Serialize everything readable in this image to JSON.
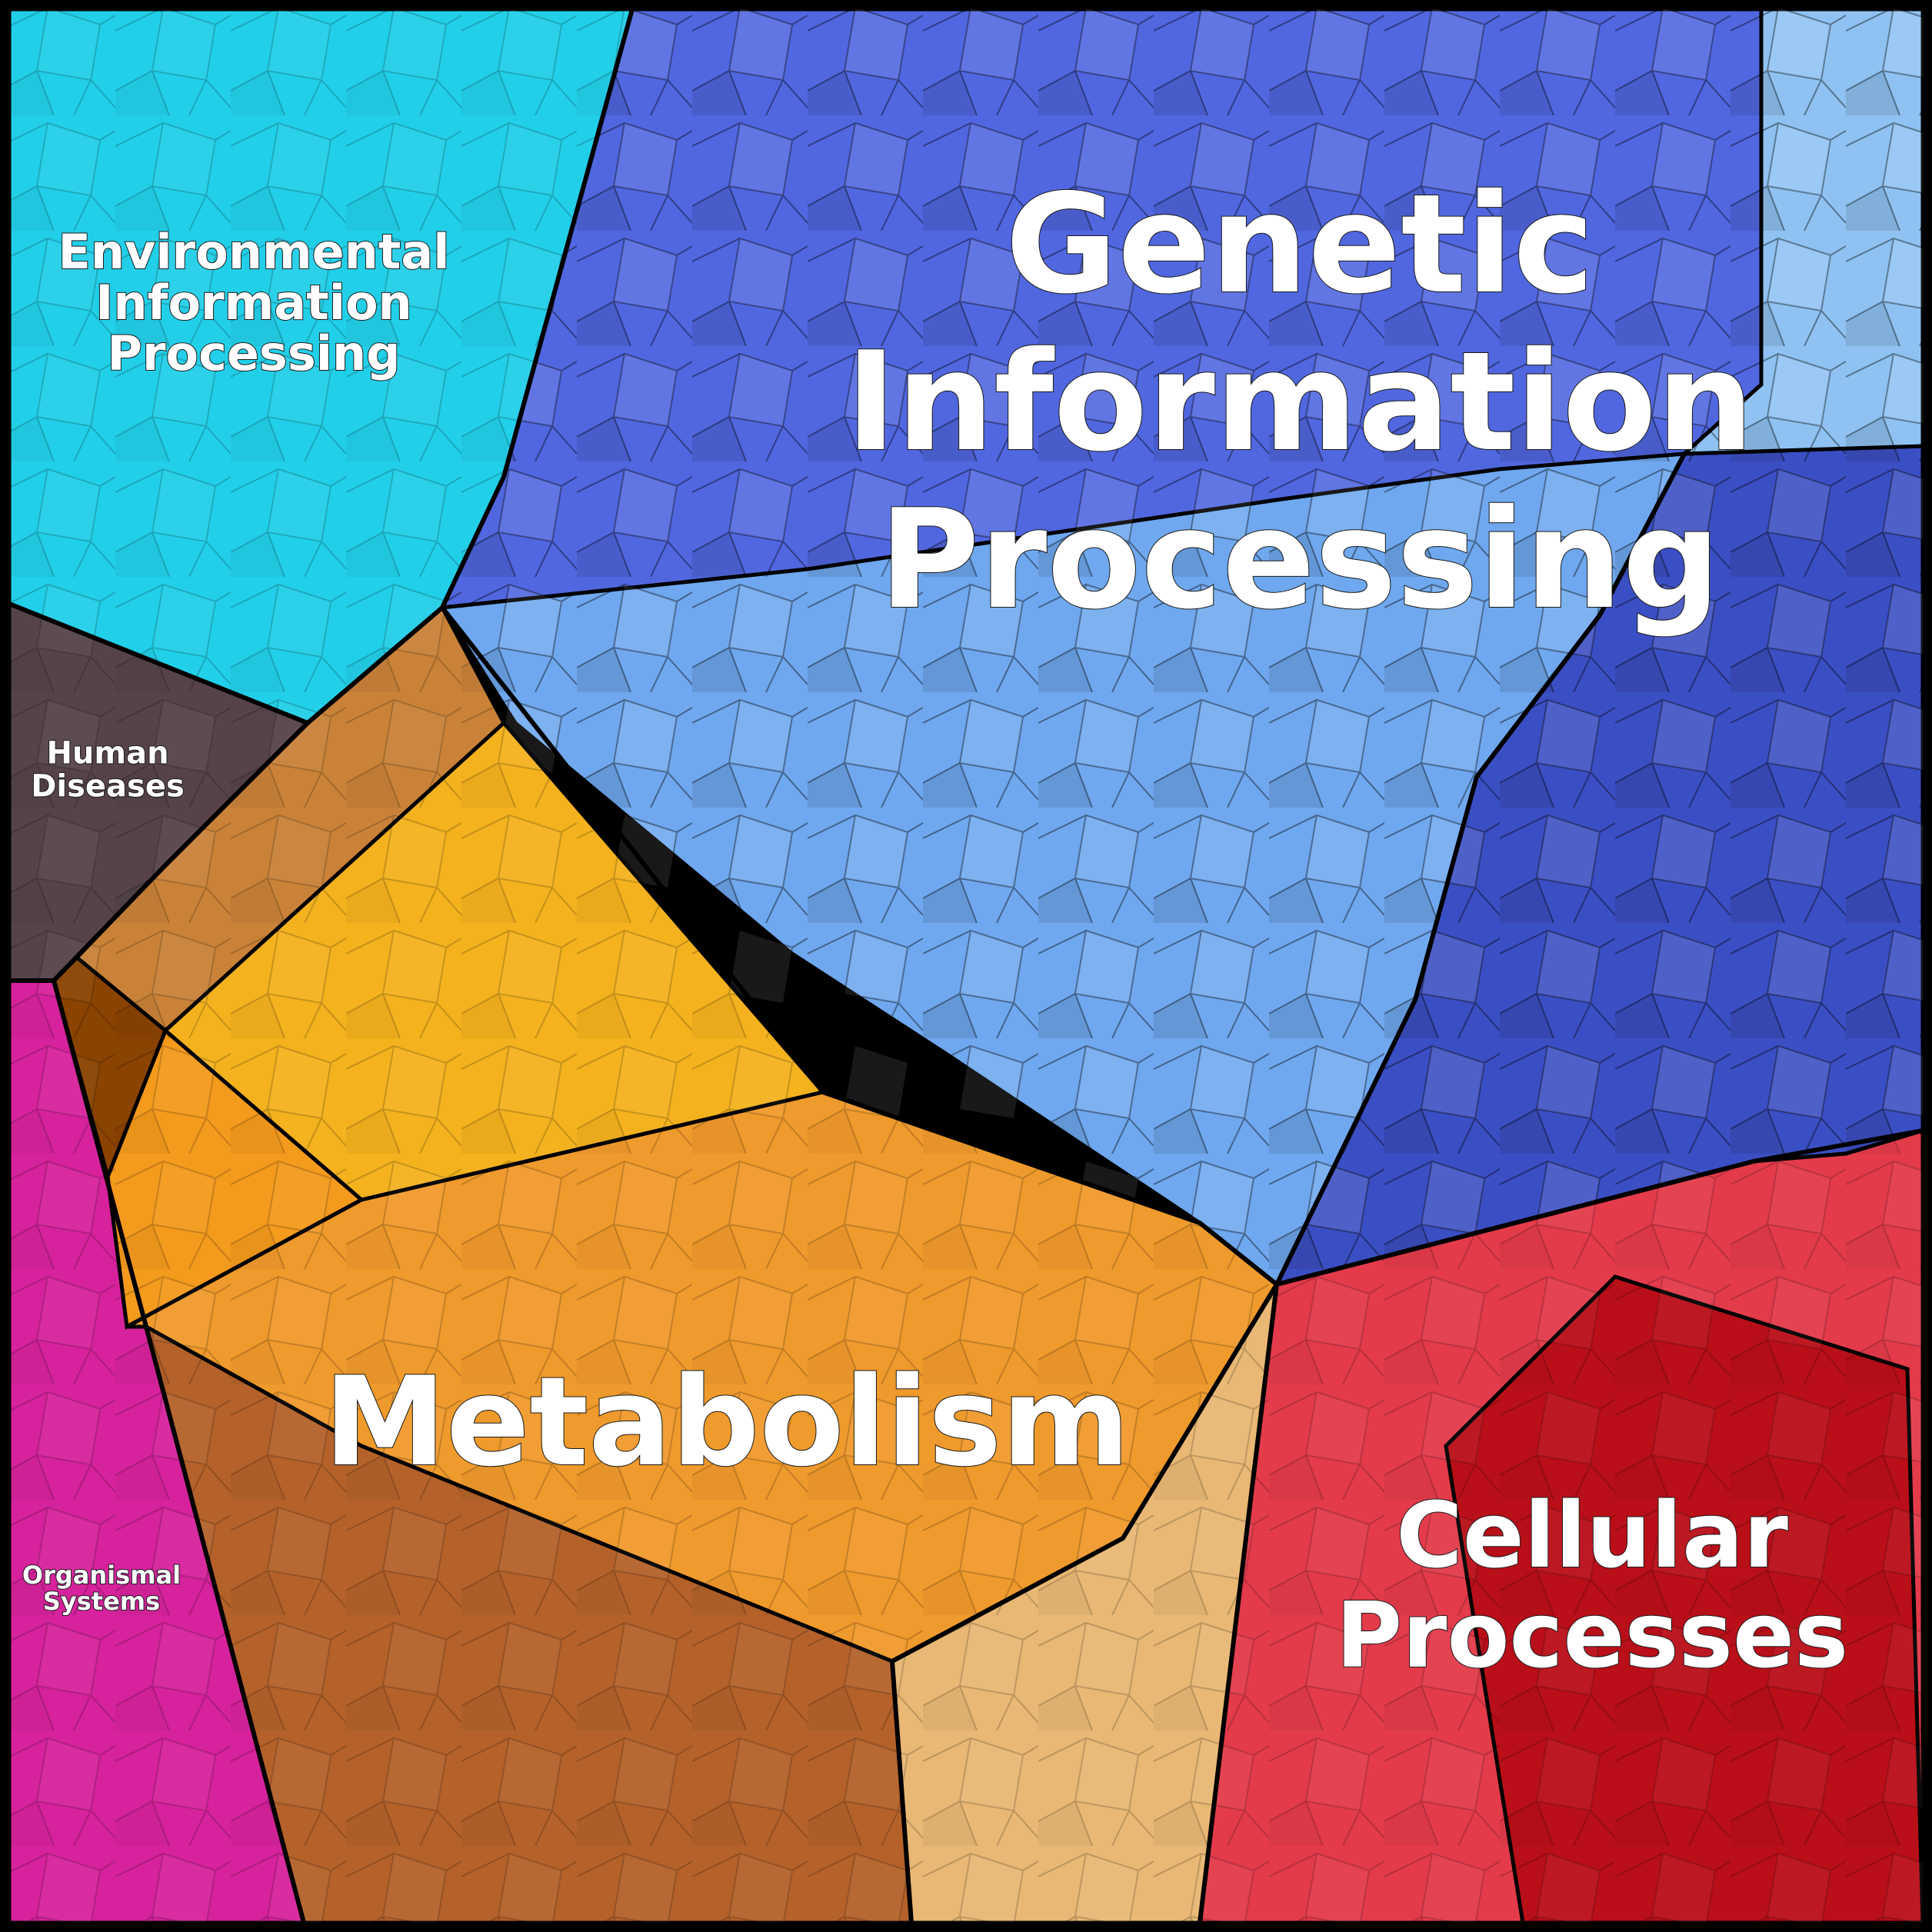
{
  "diagram": {
    "type": "voronoi-treemap",
    "categories": [
      {
        "id": "genetic",
        "lines": [
          "Genetic",
          "Information",
          "Processing"
        ],
        "color": "#4f63d8"
      },
      {
        "id": "metabolism",
        "lines": [
          "Metabolism"
        ],
        "color": "#e8a030"
      },
      {
        "id": "cellular",
        "lines": [
          "Cellular",
          "Processes"
        ],
        "color": "#d9283c"
      },
      {
        "id": "environmental",
        "lines": [
          "Environmental",
          "Information",
          "Processing"
        ],
        "color": "#22ccea"
      },
      {
        "id": "human",
        "lines": [
          "Human",
          "Diseases"
        ],
        "color": "#4a3a3f"
      },
      {
        "id": "organismal",
        "lines": [
          "Organismal",
          "Systems"
        ],
        "color": "#d020a0"
      }
    ]
  }
}
